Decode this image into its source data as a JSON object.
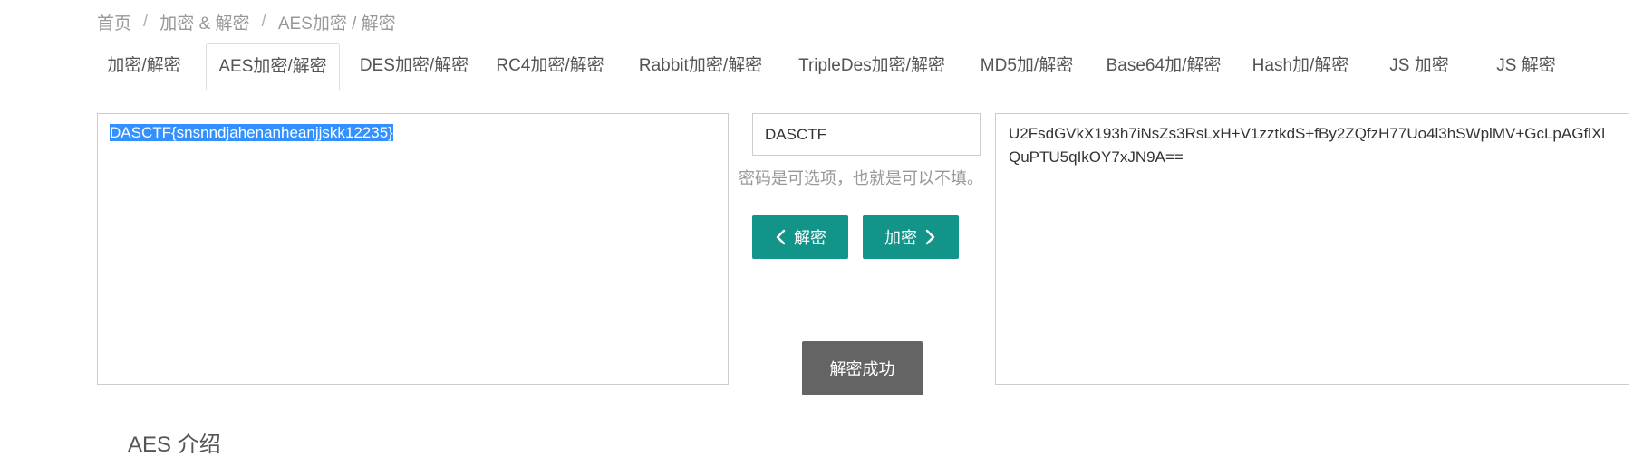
{
  "breadcrumb": {
    "home": "首页",
    "crypto": "加密 & 解密",
    "current": "AES加密 / 解密"
  },
  "tabs": [
    {
      "label": "加密/解密"
    },
    {
      "label": "AES加密/解密"
    },
    {
      "label": "DES加密/解密"
    },
    {
      "label": "RC4加密/解密"
    },
    {
      "label": "Rabbit加密/解密"
    },
    {
      "label": "TripleDes加密/解密"
    },
    {
      "label": "MD5加/解密"
    },
    {
      "label": "Base64加/解密"
    },
    {
      "label": "Hash加/解密"
    },
    {
      "label": "JS 加密"
    },
    {
      "label": "JS 解密"
    }
  ],
  "active_tab": "AES加密/解密",
  "plaintext": {
    "value": "DASCTF{snsnndjahenanheanjjskk12235}",
    "selected": true
  },
  "password": {
    "value": "DASCTF",
    "hint": "密码是可选项，也就是可以不填。"
  },
  "buttons": {
    "decrypt": "解密",
    "encrypt": "加密"
  },
  "ciphertext": {
    "value": "U2FsdGVkX193h7iNsZs3RsLxH+V1zztkdS+fBy2ZQfzH77Uo4l3hSWplMV+GcLpAGflXlQuPTU5qIkOY7xJN9A=="
  },
  "toast": "解密成功",
  "section": {
    "title": "AES 介绍"
  },
  "colors": {
    "primary": "#139488",
    "toast_bg": "#646464",
    "selection": "#3390ff"
  }
}
